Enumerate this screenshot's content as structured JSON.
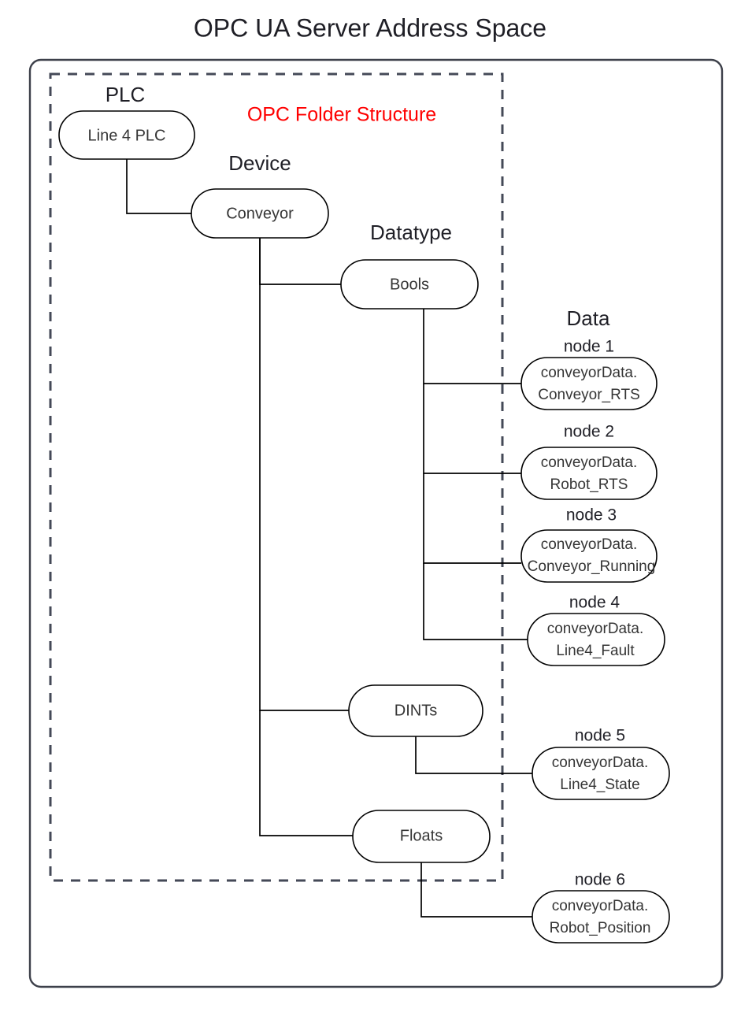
{
  "title": "OPC UA Server Address Space",
  "structure_label": {
    "text": "OPC Folder Structure",
    "color": "#FF0000"
  },
  "colors": {
    "outer_frame_stroke": "#3d404a",
    "dashed_frame_stroke": "#444957",
    "node_stroke": "#000000",
    "node_fill": "#ffffff",
    "text": "#1f1f26",
    "node_text": "#353535",
    "accent_red": "#FF0000"
  },
  "column_captions": [
    {
      "key": "plc",
      "text": "PLC"
    },
    {
      "key": "device",
      "text": "Device"
    },
    {
      "key": "datatype",
      "text": "Datatype"
    },
    {
      "key": "data",
      "text": "Data"
    }
  ],
  "folders": [
    {
      "id": "plc",
      "label": "Line 4 PLC",
      "caption": "PLC"
    },
    {
      "id": "device",
      "label": "Conveyor",
      "caption": "Device"
    },
    {
      "id": "bools",
      "label": "Bools",
      "caption": "Datatype"
    },
    {
      "id": "dints",
      "label": "DINTs",
      "caption": ""
    },
    {
      "id": "floats",
      "label": "Floats",
      "caption": ""
    }
  ],
  "nodes": [
    {
      "id": "node1",
      "caption": "node 1",
      "line1": "conveyorData.",
      "line2": "Conveyor_RTS",
      "parent": "bools"
    },
    {
      "id": "node2",
      "caption": "node 2",
      "line1": "conveyorData.",
      "line2": "Robot_RTS",
      "parent": "bools"
    },
    {
      "id": "node3",
      "caption": "node 3",
      "line1": "conveyorData.",
      "line2": "Conveyor_Running",
      "parent": "bools"
    },
    {
      "id": "node4",
      "caption": "node 4",
      "line1": "conveyorData.",
      "line2": "Line4_Fault",
      "parent": "bools"
    },
    {
      "id": "node5",
      "caption": "node 5",
      "line1": "conveyorData.",
      "line2": "Line4_State",
      "parent": "dints"
    },
    {
      "id": "node6",
      "caption": "node 6",
      "line1": "conveyorData.",
      "line2": "Robot_Position",
      "parent": "floats"
    }
  ]
}
